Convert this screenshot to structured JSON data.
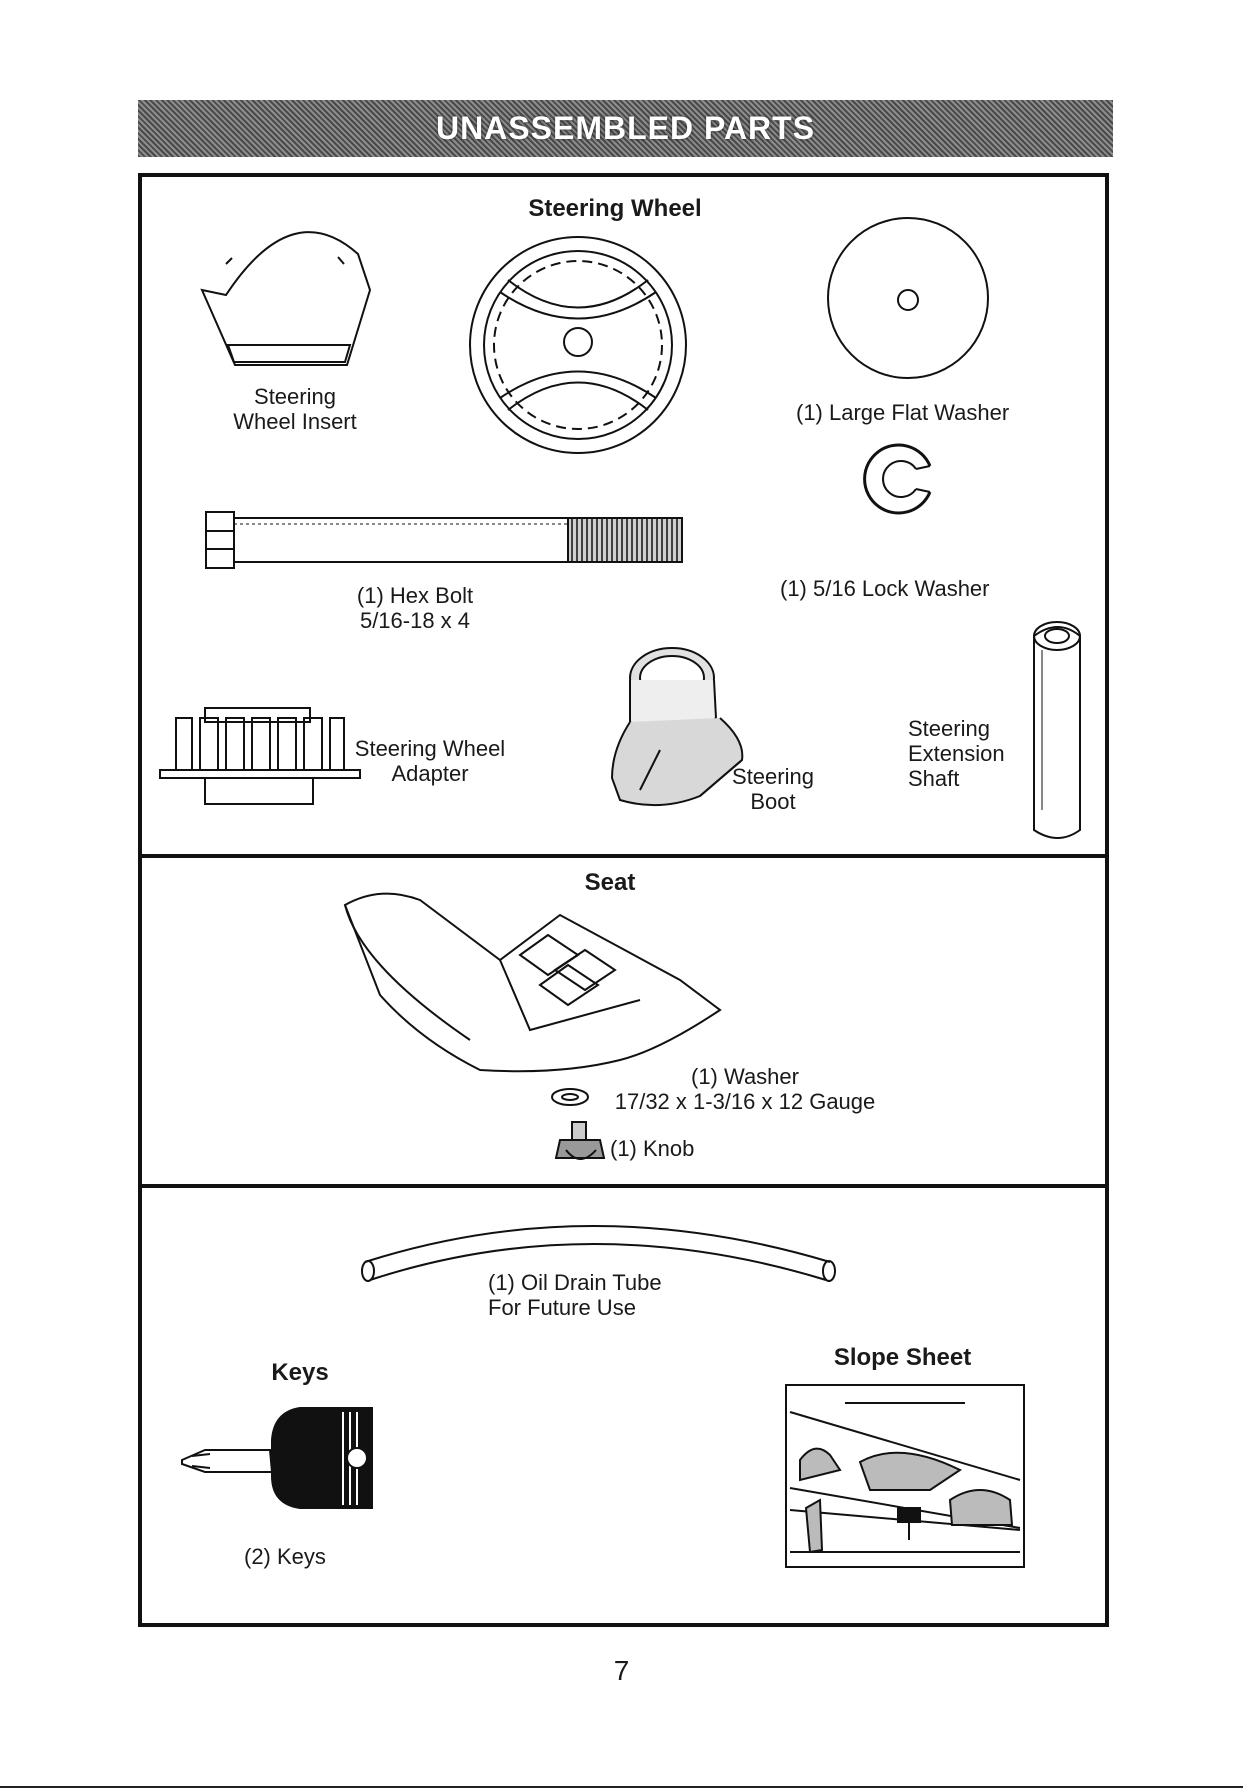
{
  "header": {
    "title": "UNASSEMBLED PARTS"
  },
  "steering_section": {
    "heading": "Steering Wheel",
    "insert_label": "Steering\nWheel Insert",
    "large_washer_label": "(1) Large Flat Washer",
    "hex_bolt_label": "(1) Hex Bolt\n5/16-18 x 4",
    "lock_washer_label": "(1) 5/16 Lock Washer",
    "adapter_label": "Steering Wheel\nAdapter",
    "boot_label": "Steering\nBoot",
    "extension_shaft_label": "Steering\nExtension\nShaft"
  },
  "seat_section": {
    "heading": "Seat",
    "washer_label": "(1) Washer\n17/32 x 1-3/16 x 12 Gauge",
    "knob_label": "(1) Knob"
  },
  "misc_section": {
    "oil_drain_label": "(1) Oil Drain Tube\nFor Future Use",
    "keys_heading": "Keys",
    "keys_label": "(2) Keys",
    "slope_heading": "Slope Sheet"
  },
  "footer": {
    "page_number": "7"
  }
}
